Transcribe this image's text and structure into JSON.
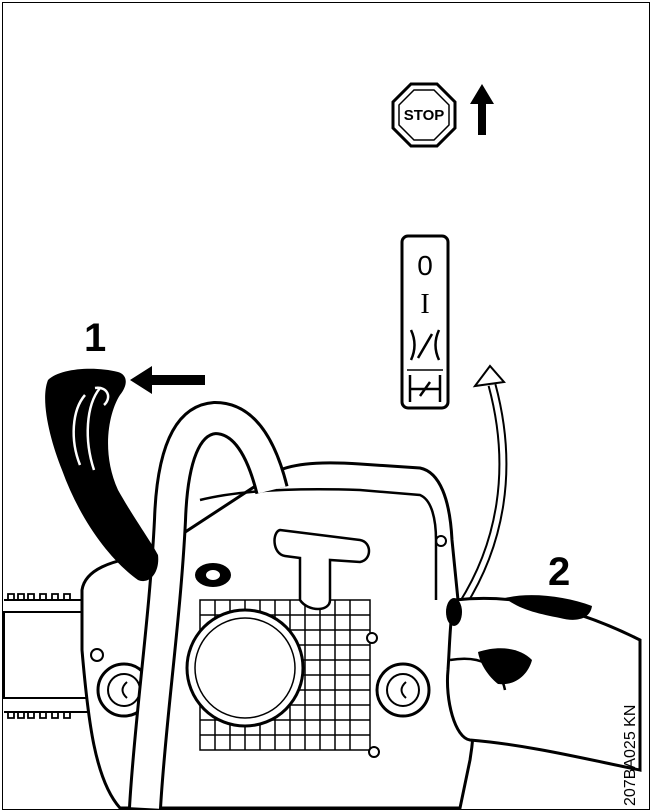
{
  "labels": {
    "callout_1": "1",
    "callout_2": "2",
    "stop_sign": "STOP",
    "image_code": "207BA025 KN"
  },
  "selector": {
    "positions": [
      "0",
      "I",
      "",
      ""
    ]
  },
  "colors": {
    "line": "#000000",
    "background": "#ffffff"
  }
}
